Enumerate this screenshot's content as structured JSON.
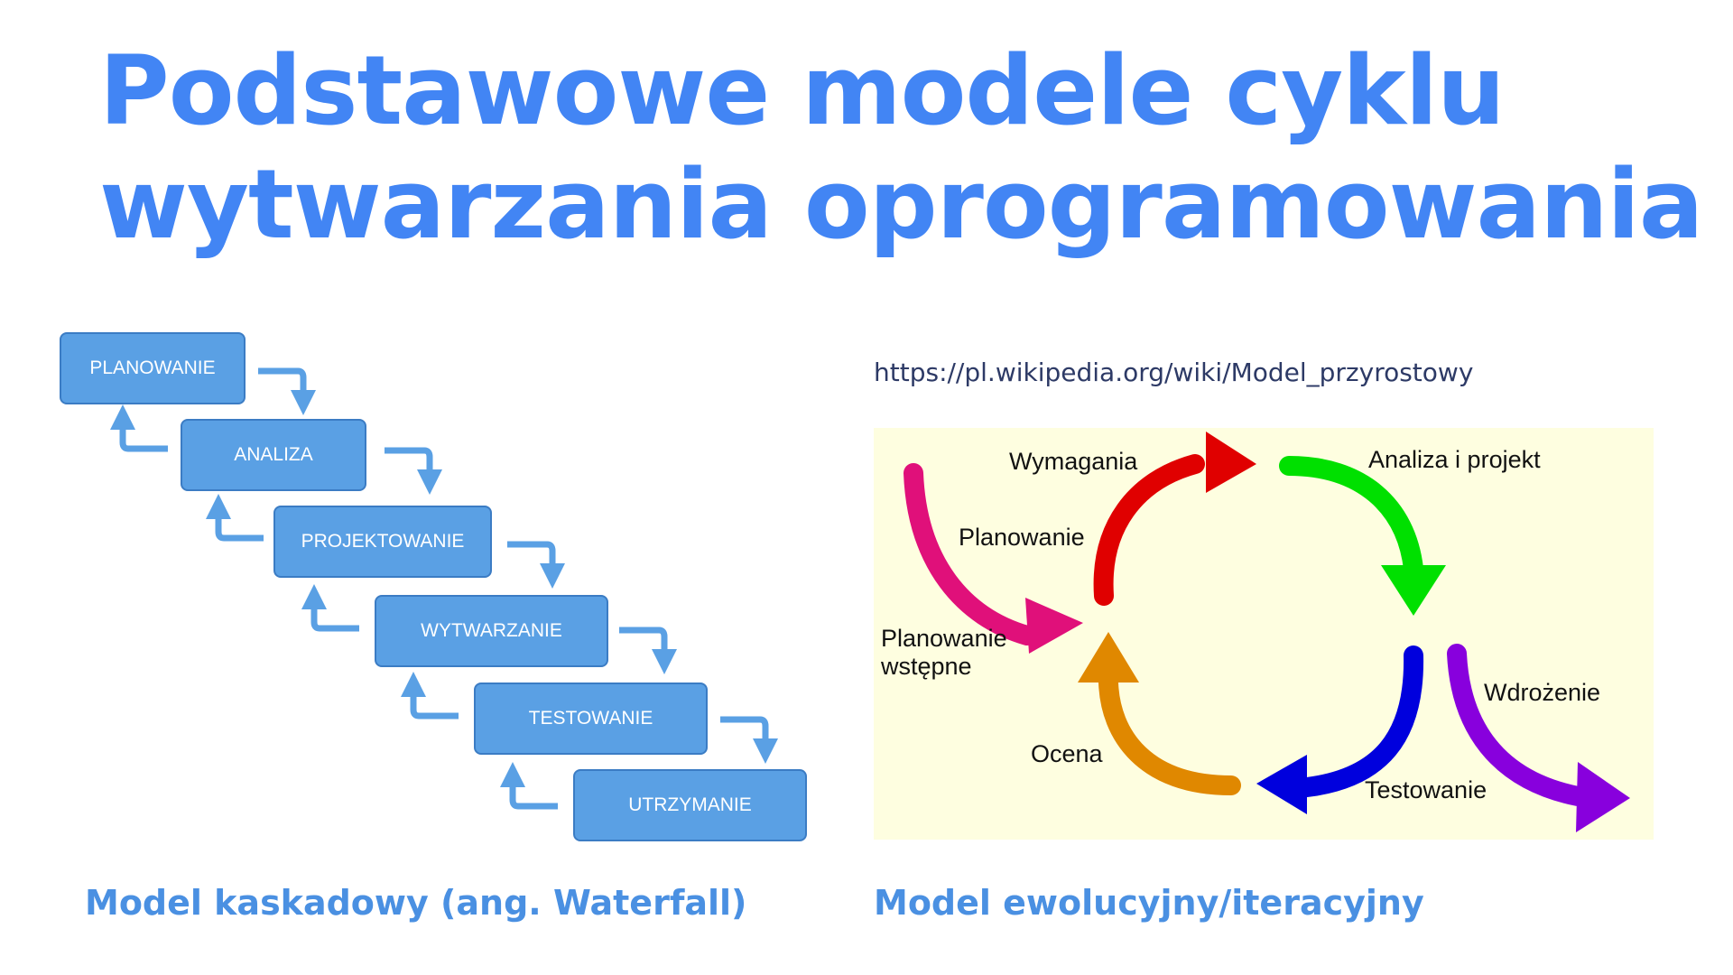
{
  "title": {
    "line1": "Podstawowe modele cyklu",
    "line2": "wytwarzania oprogramowania"
  },
  "waterfall": {
    "steps": [
      "PLANOWANIE",
      "ANALIZA",
      "PROJEKTOWANIE",
      "WYTWARZANIE",
      "TESTOWANIE",
      "UTRZYMANIE"
    ],
    "caption": "Model kaskadowy (ang. Waterfall)"
  },
  "iterative": {
    "url": "https://pl.wikipedia.org/wiki/Model_przyrostowy",
    "labels": {
      "wymagania": "Wymagania",
      "analiza": "Analiza i projekt",
      "planowanie": "Planowanie",
      "planowanie_wstepne": "Planowanie\nwstępne",
      "wdrozenie": "Wdrożenie",
      "ocena": "Ocena",
      "testowanie": "Testowanie"
    },
    "caption": "Model ewolucyjny/iteracyjny"
  },
  "colors": {
    "title": "#4285f4",
    "box_fill": "#5aa0e4",
    "arrow_pink": "#e0107a",
    "arrow_red": "#e00000",
    "arrow_green": "#00e000",
    "arrow_blue": "#0000dd",
    "arrow_orange": "#e08800",
    "arrow_purple": "#8800dd"
  }
}
